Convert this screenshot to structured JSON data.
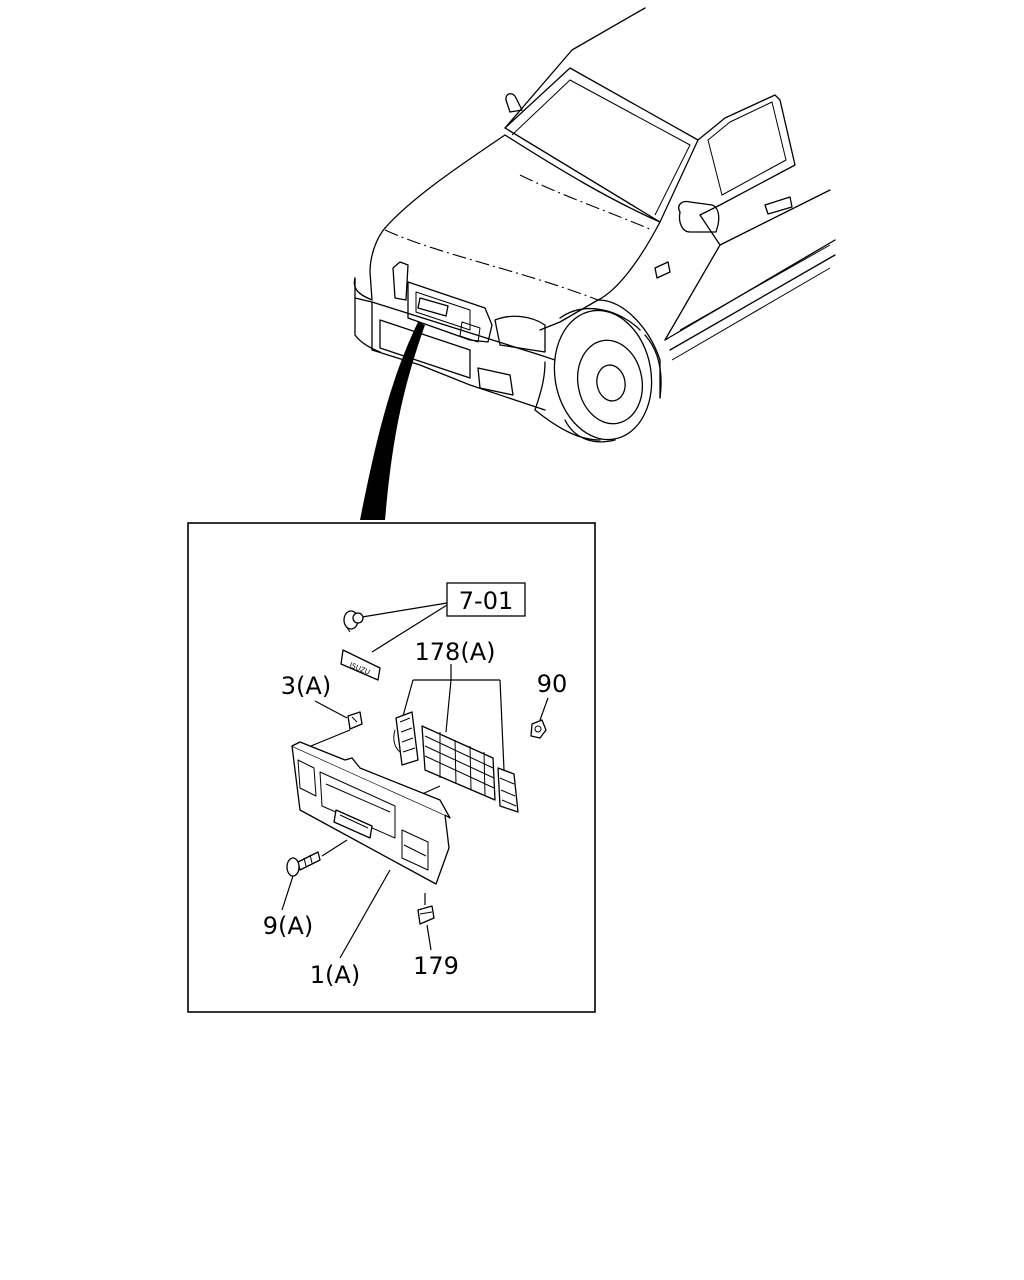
{
  "diagram": {
    "reference_code": "7-01",
    "labels": {
      "grille_insert": "178(A)",
      "clip_a": "3(A)",
      "nut": "90",
      "screw": "9(A)",
      "grille": "1(A)",
      "retainer": "179"
    },
    "emblem_text": "ISUZU",
    "colors": {
      "line": "#000000",
      "background": "#ffffff"
    }
  }
}
